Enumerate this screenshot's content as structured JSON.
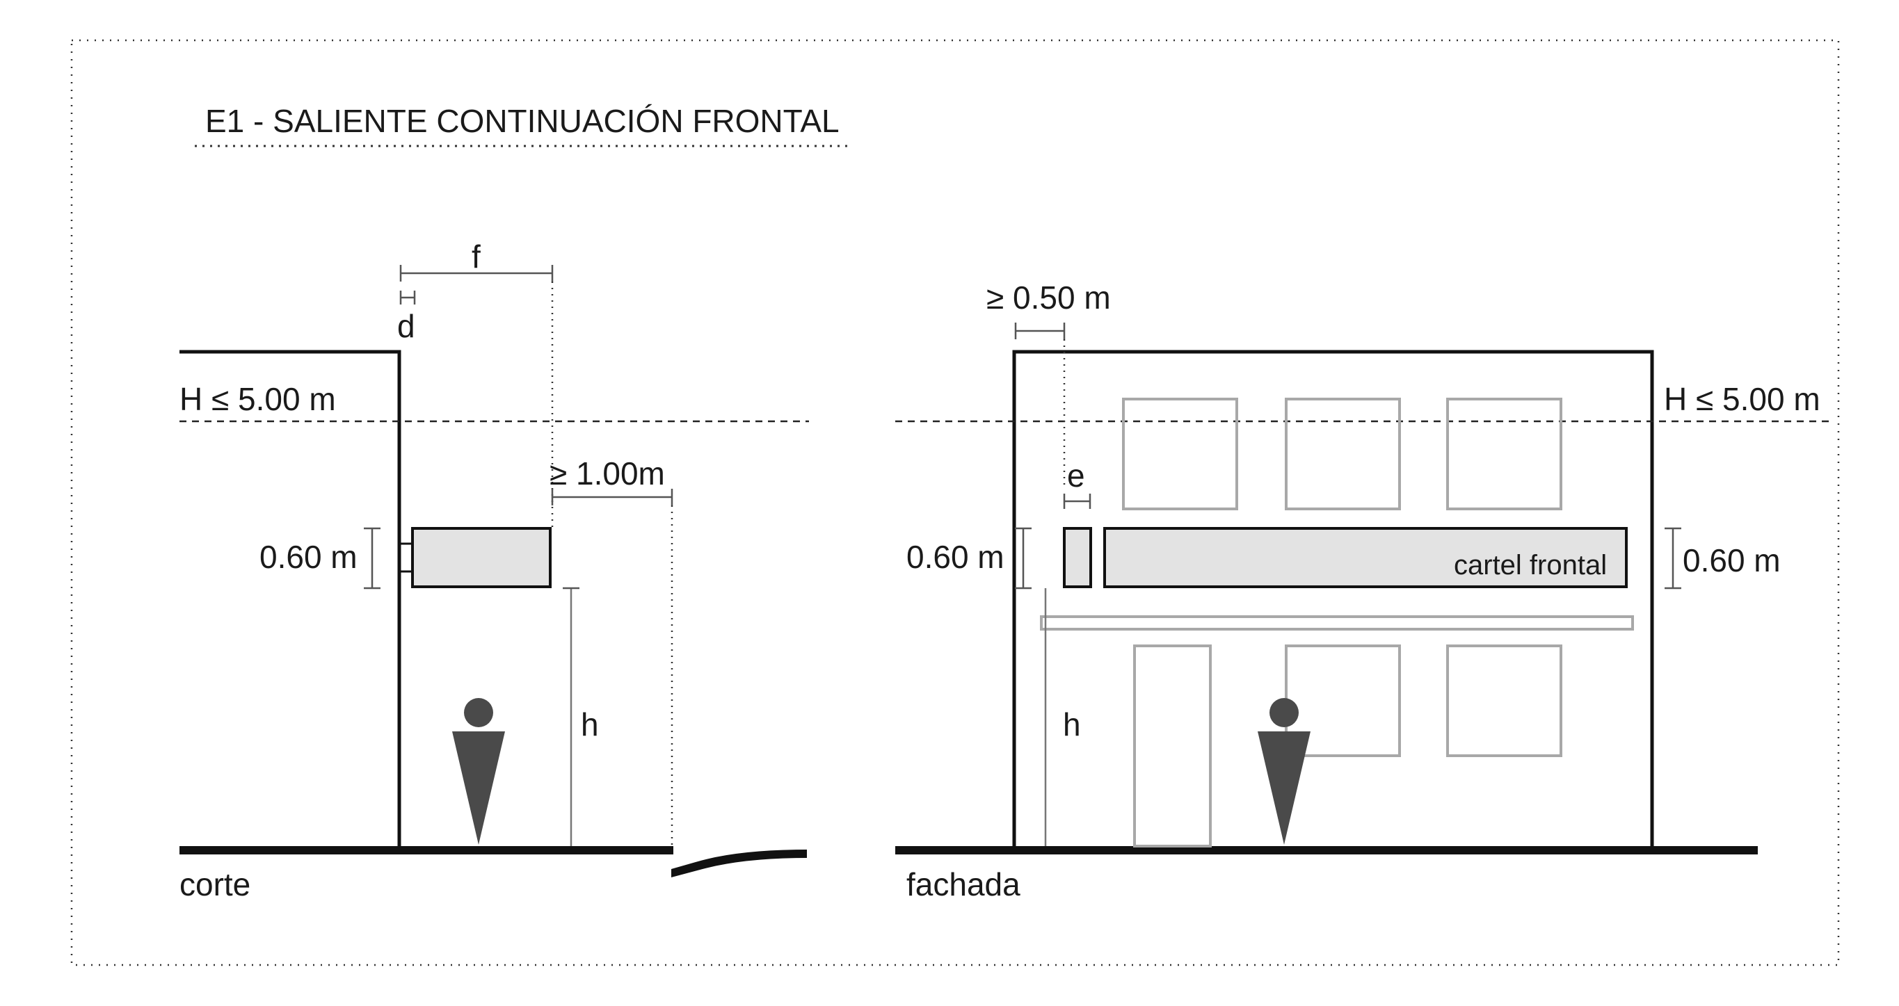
{
  "title": "E1 - SALIENTE CONTINUACIÓN FRONTAL",
  "corte": {
    "view_label": "corte",
    "f_label": "f",
    "d_label": "d",
    "height_limit_label": "H ≤ 5.00 m",
    "clearance_label": "≥ 1.00m",
    "sign_height_label": "0.60 m",
    "h_label": "h"
  },
  "fachada": {
    "view_label": "fachada",
    "edge_distance_label": "≥ 0.50 m",
    "height_limit_label": "H ≤ 5.00 m",
    "e_label": "e",
    "sign_height_left_label": "0.60 m",
    "sign_height_right_label": "0.60 m",
    "sign_text": "cartel frontal",
    "h_label": "h"
  },
  "colors": {
    "line": "#1a1a1a",
    "sign_fill": "#e3e3e3",
    "window_stroke": "#a8a8a8",
    "figure_fill": "#4a4a4a"
  }
}
